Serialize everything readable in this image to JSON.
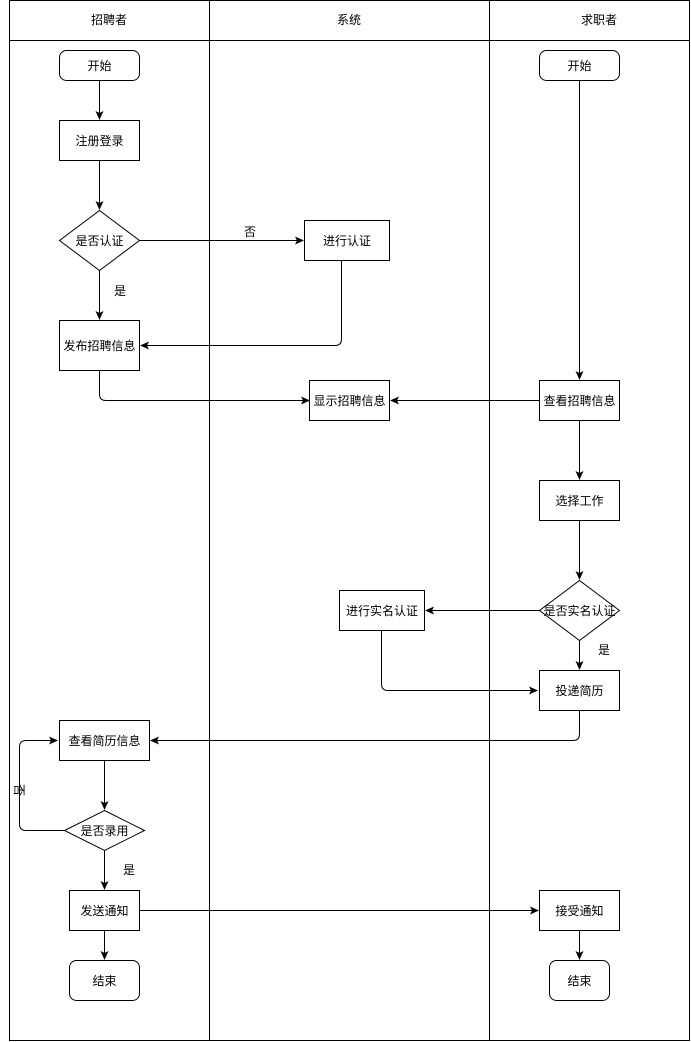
{
  "lanes": {
    "recruiter": "招聘者",
    "system": "系统",
    "jobseeker": "求职者"
  },
  "nodes": {
    "r_start": "开始",
    "r_register": "注册登录",
    "r_certified_q": "是否认证",
    "s_certify": "进行认证",
    "r_publish": "发布招聘信息",
    "s_display": "显示招聘信息",
    "j_start": "开始",
    "j_view_jobs": "查看招聘信息",
    "j_choose_job": "选择工作",
    "j_realname_q": "是否实名认证",
    "s_realname": "进行实名认证",
    "j_submit_resume": "投递简历",
    "r_view_resume": "查看简历信息",
    "r_hire_q": "是否录用",
    "r_notify": "发送通知",
    "j_receive": "接受通知",
    "r_end": "结束",
    "j_end": "结束"
  },
  "edge_labels": {
    "no_certify": "否",
    "yes_certify": "是",
    "yes_realname": "是",
    "no_hire": "否",
    "yes_hire": "是"
  }
}
